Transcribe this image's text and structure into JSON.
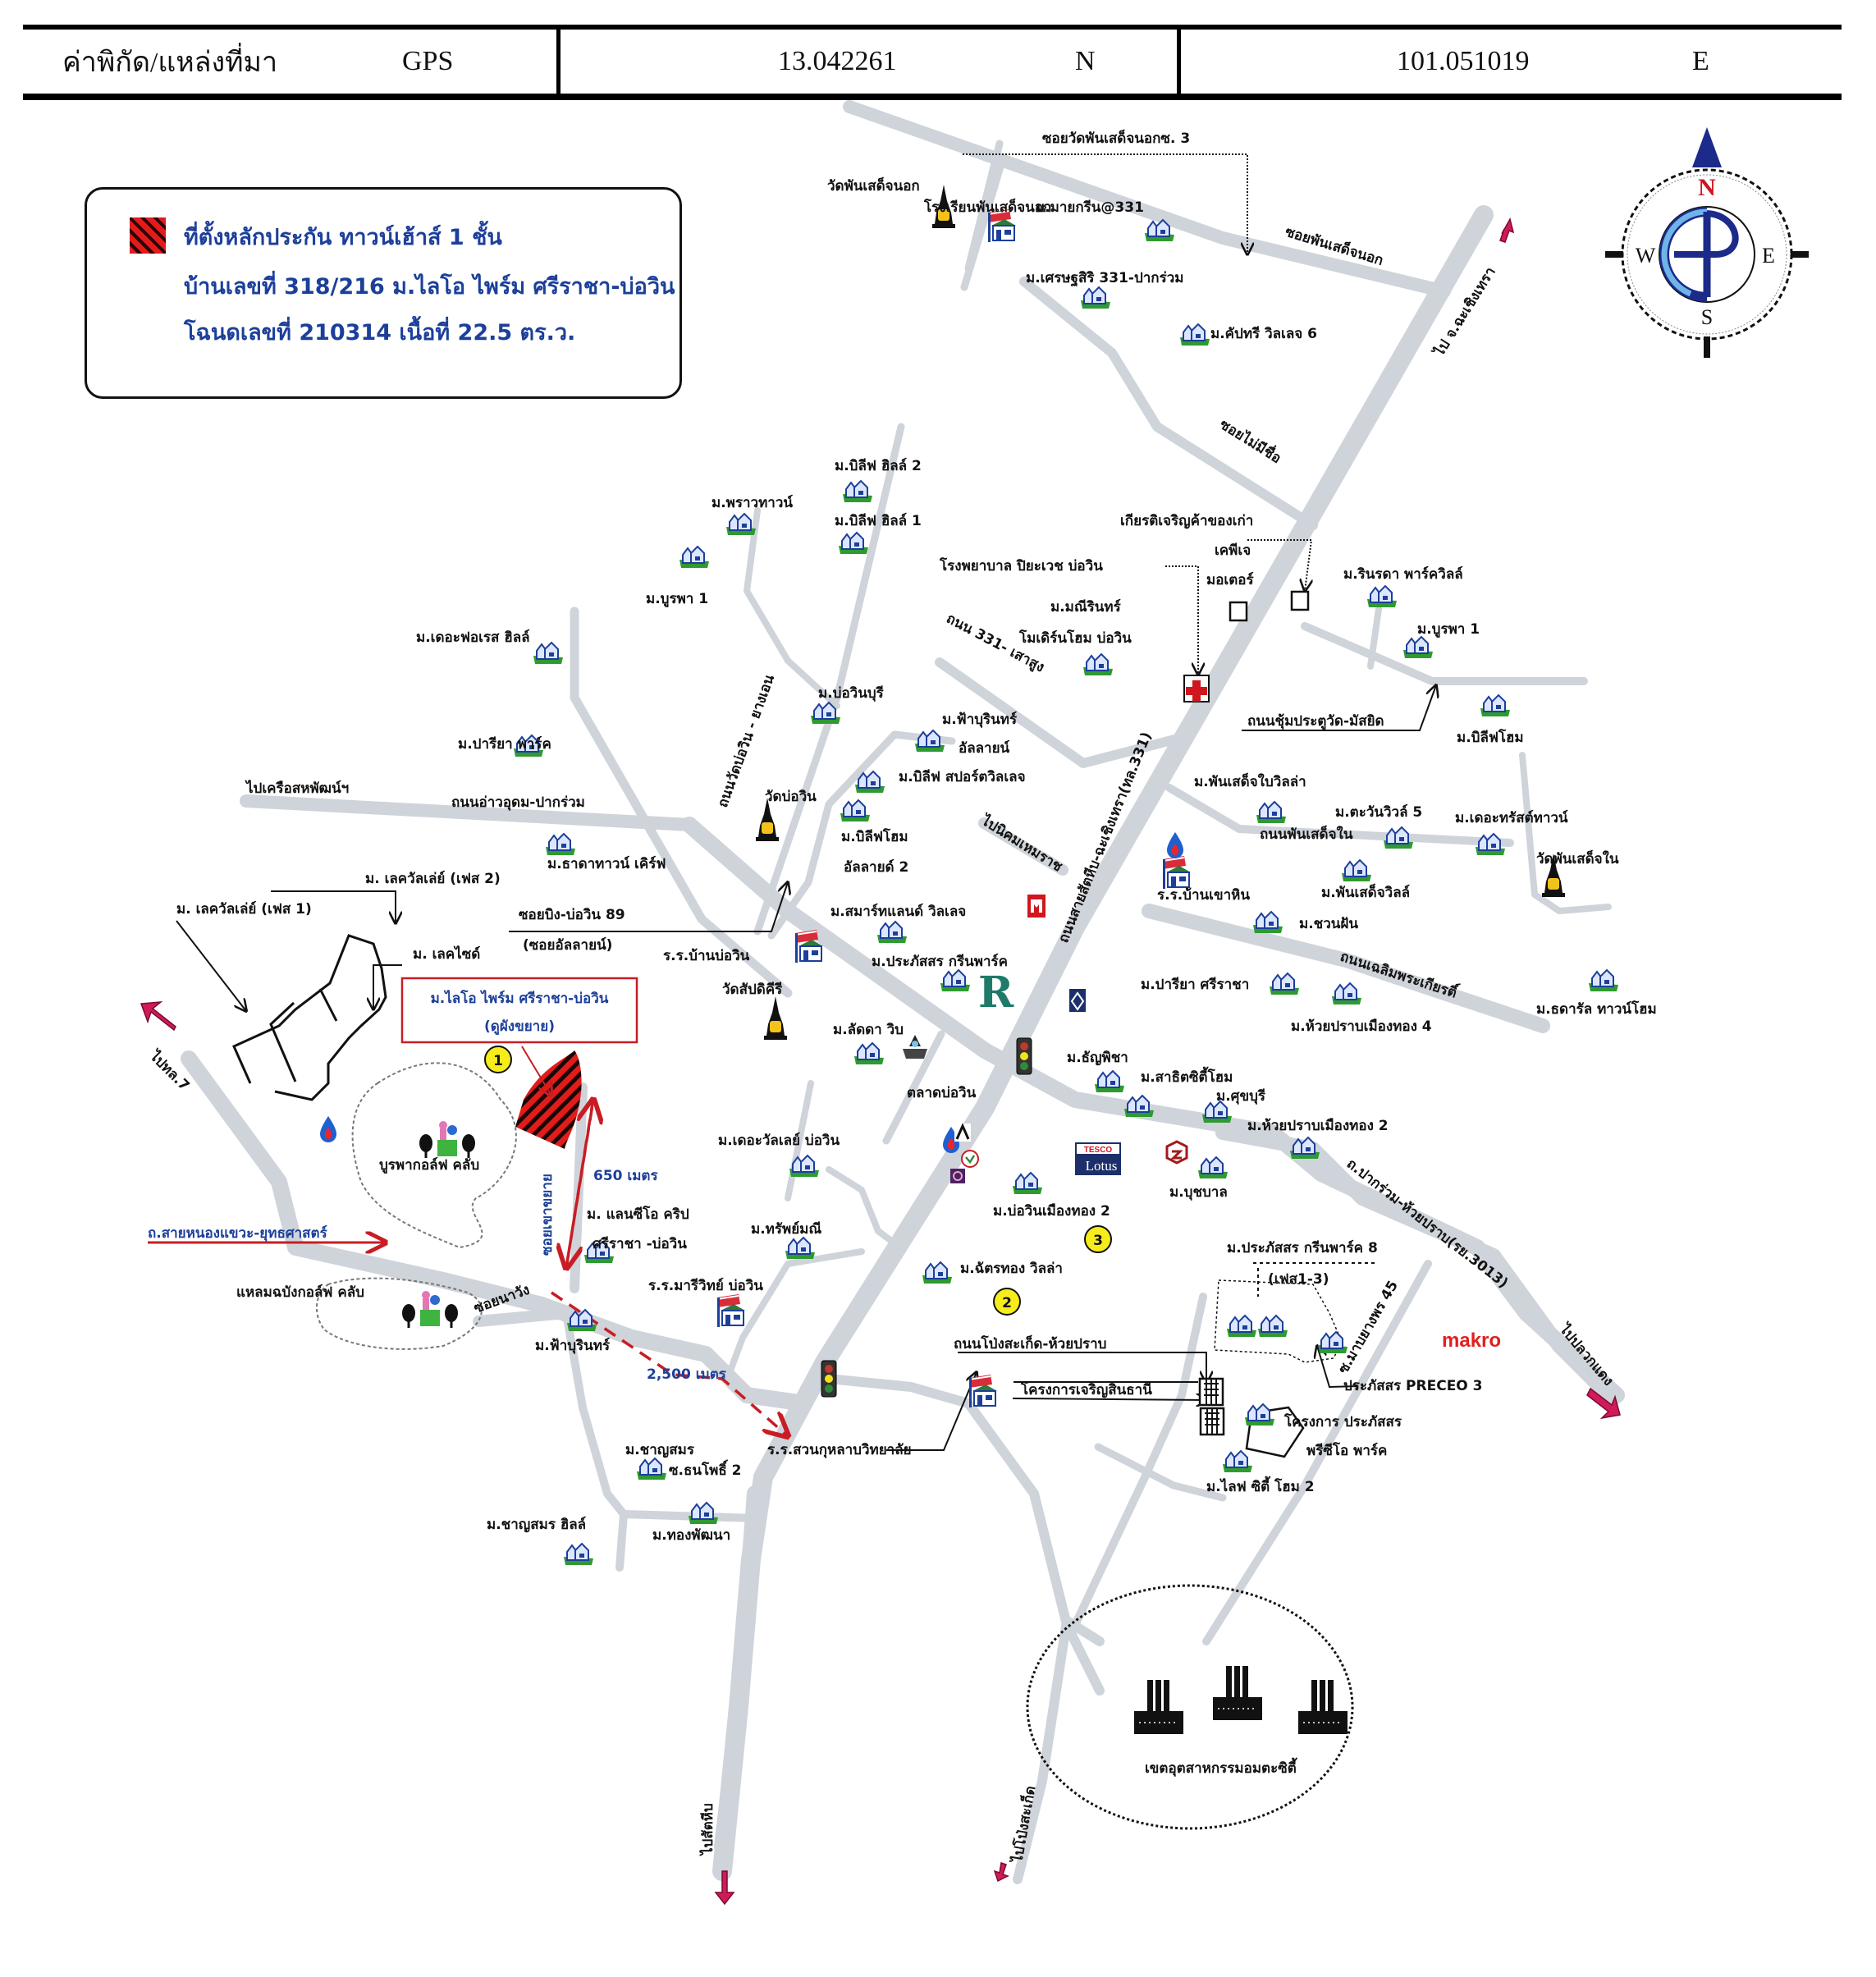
{
  "header": {
    "label": "ค่าพิกัด/แหล่งที่มา",
    "source": "GPS",
    "latitude": "13.042261",
    "lat_dir": "N",
    "longitude": "101.051019",
    "lon_dir": "E"
  },
  "legend": {
    "line1": "ที่ตั้งหลักประกัน ทาวน์เฮ้าส์ 1 ชั้น",
    "line2": "บ้านเลขที่ 318/216 ม.ไลโอ ไพร์ม ศรีราชา-บ่อวิน",
    "line3": "โฉนดเลขที่ 210314 เนื้อที่ 22.5 ตร.ว.",
    "swatch_color": "#e21b1b"
  },
  "compass": {
    "n": "N",
    "s": "S",
    "e": "E",
    "w": "W"
  },
  "subject": {
    "title": "ม.ไลโอ ไพร์ม ศรีราชา-บ่อวิน",
    "subtitle": "(ดูผังขยาย)",
    "distance_1": "650 เมตร",
    "distance_2": "2,500 เมตร",
    "markers": [
      "1",
      "2",
      "3"
    ]
  },
  "roads": {
    "r331": "ถนนสายสัตหีบ-ฉะเชิงเทรา(ทล.331)",
    "to_chachoengsao": "ไป จ.ฉะเชิงเทรา",
    "soi_phanseet_nok": "ซอยพันเสด็จนอก",
    "soi_wat_phanseet": "ซอยวัดพันเสด็จนอกซ. 3",
    "soi_mai_mi_chue": "ซอยไม่มีชื่อ",
    "r331_saosung": "ถนน 331- เสาสูง",
    "wat_bowin_yangoen": "ถนนวัดบ่อวิน - ยางเอน",
    "to_kruea_sahapat": "ไปเครือสหพัฒน์ฯ",
    "ao_udom": "ถนนอ่าวอุดม-ปากร่วม",
    "to_nikhom_hemaraj": "ไปนิคมเหมราช",
    "chum_pratu": "ถนนชุ้มประตูวัด-มัสยิด",
    "phanseet_nai": "ถนนพันเสด็จใน",
    "chaloem": "ถนนเฉลิมพระเกียรติ์",
    "pak_ruam": "ถ.ปากร่วม-ห้วยปราบ(รย.3013)",
    "to_pluak_daeng": "ไปปลวกแดง",
    "soi_bing": "ซอยบิง-บ่อวิน 89",
    "soi_allai": "(ซอยอัลลายน์)",
    "to_tl7": "ไปทล.7",
    "nong_khwae": "ถ.สายหนองแขวะ-ยุทธศาสตร์",
    "soi_khao_yai": "ซอยเขาขยาย",
    "soi_na_wang": "ซอยนาวัง",
    "pong_huai_prap": "ถนนโป่งสะเก็ด-ห้วยปราบ",
    "soi_mabyang": "ซ.มาบยางพร 45",
    "soi_thanapho": "ซ.ธนโพธิ์ 2",
    "to_sattahip": "ไปสัตหีบ",
    "to_pong": "ไปโป่งสะเก็ด"
  },
  "places": {
    "wat_phanseet_nok": "วัดพันเสด็จนอก",
    "school_phanseet_nok": "โรงเรียนพันเสด็จนอก",
    "my_green": "ม.มายกรีน@331",
    "setthasiri": "ม.เศรษฐสิริ 331-ปากร่วม",
    "kapthree": "ม.คัปทรี วิลเลจ 6",
    "believe_hill2": "ม.บิลีฟ ฮิลล์ 2",
    "believe_hill1": "ม.บิลีฟ ฮิลล์ 1",
    "praotown": "ม.พราวทาวน์",
    "burapha1_w": "ม.บูรพา 1",
    "forest_hill": "ม.เดอะฟอเรส ฮิลล์",
    "kiat": "เกียรติเจริญค้าของเก่า",
    "kp": "เคพีเจ",
    "motor": "มอเตอร์",
    "hospital": "โรงพยาบาล ปิยะเวช บ่อวิน",
    "manirin": "ม.มณีรินทร์",
    "modern_home": "โมเดิร์นโฮม บ่อวิน",
    "rinrada": "ม.รินรดา พาร์ควิลล์",
    "burapha1_e": "ม.บูรพา 1",
    "bowin_buri": "ม.บ่อวินบุรี",
    "fah_alliance": "ม.ฟ้าบุรินทร์",
    "alliance": "อัลลายน์",
    "believe_home_e": "ม.บิลีฟโฮม",
    "pariya_park": "ม.ปารียา พาร์ค",
    "believe_sport": "ม.บิลีฟ สปอร์ตวิลเลจ",
    "wat_bowin": "วัดบ่อวิน",
    "believe_home": "ม.บิลีฟโฮม",
    "alliance2": "อัลลายด์ 2",
    "phanseet_villa": "ม.พันเสด็จใบวิลล่า",
    "tawan5": "ม.ตะวันวิวล์ 5",
    "trust_town": "ม.เดอะทรัสต์ทาวน์",
    "wat_phanseet_nai": "วัดพันเสด็จใน",
    "thada": "ม.ธาดาทาวน์ เคิร์ฟ",
    "lake_valley2": "ม. เลควัลเล่ย์ (เฟส 2)",
    "lake_valley1": "ม. เลควัลเล่ย์ (เฟส 1)",
    "lake_side": "ม. เลคไซด์",
    "school_khao_hin": "ร.ร.บ้านเขาหิน",
    "phanseet_ville": "ม.พันเสด็จวิลล์",
    "chuan_fan": "ม.ชวนฝัน",
    "smartland": "ม.สมาร์ทแลนด์ วิลเลจ",
    "school_bowin": "ร.ร.บ้านบ่อวิน",
    "wat_sapkiri": "วัดสัปดิคีรี",
    "prasson_green": "ม.ประภัสสร กรีนพาร์ค",
    "pariya_sriracha": "ม.ปารียา ศรีราชา",
    "huai_prap4": "ม.ห้วยปราบเมืองทอง 4",
    "dhara_town": "ม.ธดารัล ทาวน์โฮม",
    "ladda": "ม.ลัดดา วิบ",
    "market": "ตลาดบ่อวิน",
    "thanphicha": "ม.ธัญพิชา",
    "sathit": "ม.สาธิตซิตี้โฮม",
    "sukburi": "ม.ศุขบุรี",
    "huai_prap2": "ม.ห้วยปราบเมืองทอง 2",
    "burapha_golf": "บูรพากอล์ฟ คลับ",
    "valley_bowin": "ม.เดอะวัลเลย์ บ่อวิน",
    "bowin_muang2": "ม.บ่อวินเมืองทอง 2",
    "buchabat": "ม.บุชบาล",
    "lanchio": "ม. แลนซีโอ คริป",
    "lanchio2": "ศรีราชา -บ่อวิน",
    "sapmani": "ม.ทรัพย์มณี",
    "chatthong": "ม.ฉัตรทอง วิลล่า",
    "prasson8": "ม.ประภัสสร กรีนพาร์ค 8",
    "phase13": "(เฟส1-3)",
    "makro": "makro",
    "laem_chabang": "แหลมฉบังกอล์ฟ คลับ",
    "school_mari": "ร.ร.มารีวิทย์ บ่อวิน",
    "fah_burin": "ม.ฟ้าบุรินทร์",
    "charoen_sin": "โครงการเจริญสินธานี",
    "preceo3": "ประภัสสร PRECEO 3",
    "preceo_park1": "โครงการ ประภัสสร",
    "preceo_park2": "พรีซีโอ พาร์ค",
    "school_suan": "ร.ร.สวนกุหลาบวิทยาลัย",
    "chan_samorn": "ม.ชาญสมร",
    "thong_pattana": "ม.ทองพัฒนา",
    "chan_hill": "ม.ชาญสมร ฮิลล์",
    "life_city": "ม.ไลฟ ซิตี้ โฮม 2",
    "industrial": "เขตอุตสาหกรรมอมตะซิตี้",
    "tesco1": "TESCO",
    "tesco2": "Lotus"
  }
}
